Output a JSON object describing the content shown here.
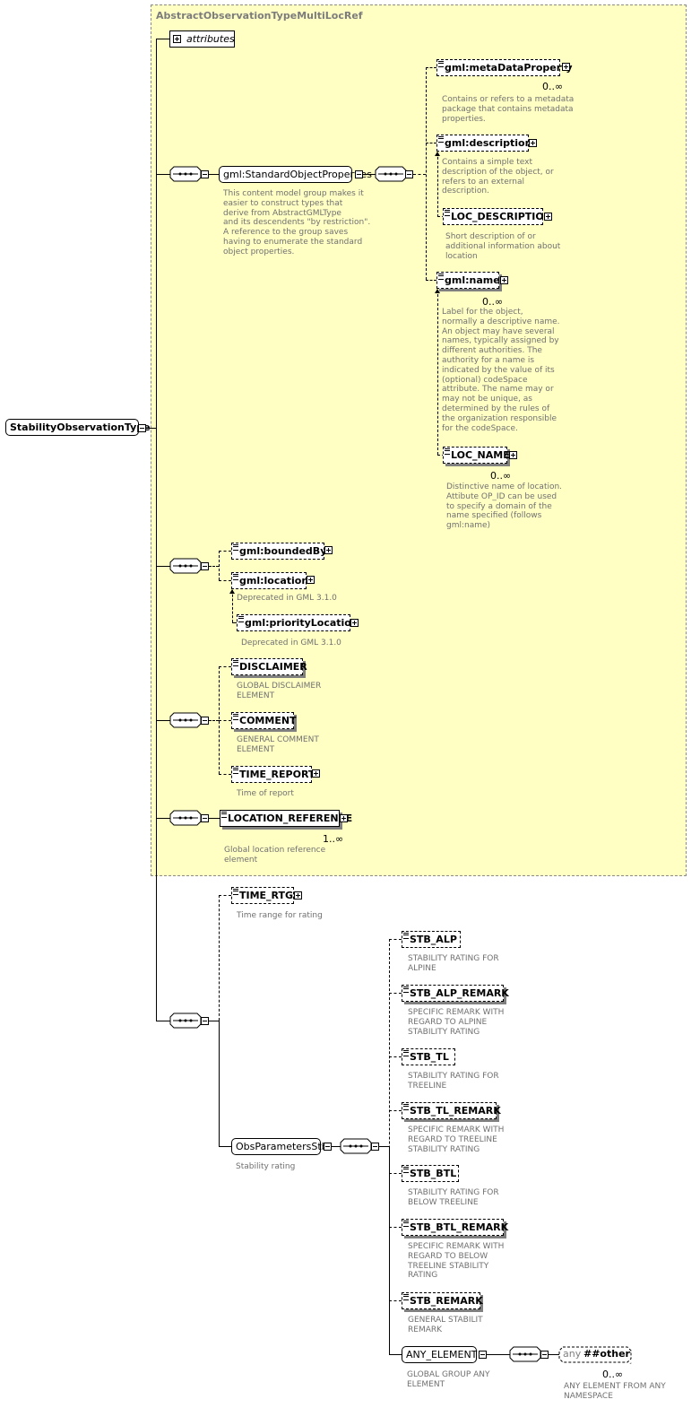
{
  "diagram": {
    "root": "StabilityObservationType",
    "base_type_group": "AbstractObservationTypeMultiLocRef",
    "attributes": "attributes",
    "standard_object_properties": {
      "label": "gml:StandardObjectProperties",
      "note": [
        "This content model group makes it",
        "easier to construct types that",
        "      derive from AbstractGMLType",
        "and its descendents \"by restriction\".",
        "       A reference to the group saves",
        "having to enumerate the standard",
        "object properties."
      ]
    },
    "meta_data_property": {
      "label": "gml:metaDataProperty",
      "card": "0..∞",
      "note": [
        "Contains or refers to a metadata",
        "package that contains metadata",
        "properties."
      ]
    },
    "description": {
      "label": "gml:description",
      "note": [
        "Contains a simple text",
        "description of the object, or",
        "refers to an external",
        "description."
      ]
    },
    "loc_description": {
      "label": "LOC_DESCRIPTION",
      "note": [
        "Short description of or",
        "additional information about",
        "location"
      ]
    },
    "name": {
      "label": "gml:name",
      "card": "0..∞",
      "note": [
        "Label for the object,",
        "normally a descriptive name.",
        "An object may have several",
        "names, typically assigned by",
        "different authorities.  The",
        "authority for a name is",
        "indicated by the value of its",
        "(optional) codeSpace",
        "attribute.  The name may or",
        "may not be unique, as",
        "determined by the rules of",
        "the organization responsible",
        "for the codeSpace."
      ]
    },
    "loc_name": {
      "label": "LOC_NAME",
      "card": "0..∞",
      "note": [
        "Distinctive name of location.",
        "Attibute OP_ID can be used",
        "to specify a domain of the",
        "name specified (follows",
        "gml:name)"
      ]
    },
    "bounded_by": {
      "label": "gml:boundedBy"
    },
    "location": {
      "label": "gml:location",
      "note": [
        "Deprecated in GML 3.1.0"
      ]
    },
    "priority_location": {
      "label": "gml:priorityLocation",
      "note": [
        "Deprecated in GML 3.1.0"
      ]
    },
    "disclaimer": {
      "label": "DISCLAIMER",
      "note": [
        "GLOBAL DISCLAIMER",
        "ELEMENT"
      ]
    },
    "comment": {
      "label": "COMMENT",
      "note": [
        "GENERAL COMMENT",
        "ELEMENT"
      ]
    },
    "time_report": {
      "label": "TIME_REPORT",
      "note": [
        "Time of report"
      ]
    },
    "location_reference": {
      "label": "LOCATION_REFERENCE",
      "card": "1..∞",
      "note": [
        "Global location reference",
        "element"
      ]
    },
    "time_rtg": {
      "label": "TIME_RTG",
      "note": [
        "Time range for rating"
      ]
    },
    "obs_parameters": {
      "label": "ObsParametersStb",
      "note": [
        "Stability rating"
      ]
    },
    "stb_alp": {
      "label": "STB_ALP",
      "note": [
        "STABILITY RATING FOR",
        "ALPINE"
      ]
    },
    "stb_alp_remark": {
      "label": "STB_ALP_REMARK",
      "note": [
        "SPECIFIC REMARK WITH",
        "REGARD TO ALPINE",
        "STABILITY RATING"
      ]
    },
    "stb_tl": {
      "label": "STB_TL",
      "note": [
        "STABILITY RATING FOR",
        "TREELINE"
      ]
    },
    "stb_tl_remark": {
      "label": "STB_TL_REMARK",
      "note": [
        "SPECIFIC REMARK WITH",
        "REGARD TO TREELINE",
        "STABILITY RATING"
      ]
    },
    "stb_btl": {
      "label": "STB_BTL",
      "note": [
        "STABILITY RATING FOR",
        "BELOW TREELINE"
      ]
    },
    "stb_btl_remark": {
      "label": "STB_BTL_REMARK",
      "note": [
        "SPECIFIC REMARK WITH",
        "REGARD TO BELOW",
        "TREELINE STABILITY",
        "RATING"
      ]
    },
    "stb_remark": {
      "label": "STB_REMARK",
      "note": [
        "GENERAL STABILIT",
        "REMARK"
      ]
    },
    "any_element": {
      "label": "ANY_ELEMENT",
      "note": [
        "GLOBAL GROUP ANY",
        "ELEMENT"
      ]
    },
    "any_other": {
      "any": "any",
      "ns": "##other",
      "card": "0..∞",
      "note": [
        "ANY ELEMENT FROM ANY",
        "NAMESPACE"
      ]
    }
  }
}
